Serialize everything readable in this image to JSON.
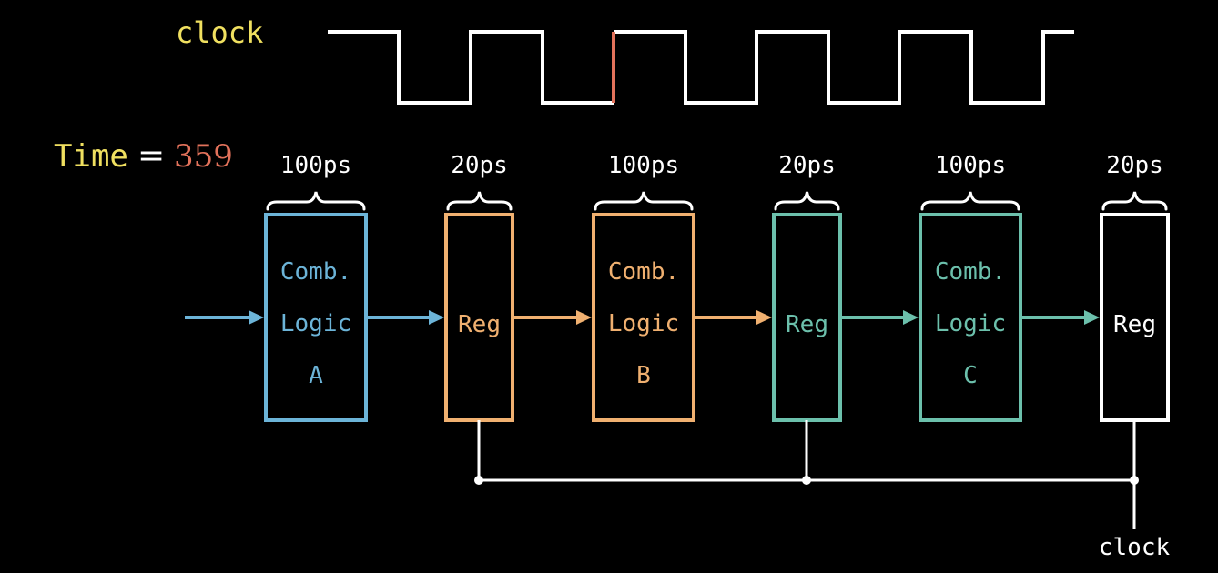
{
  "colors": {
    "background": "#000000",
    "yellow": "#f0e060",
    "coral": "#e2725b",
    "white": "#ffffff",
    "blue": "#6cb4d8",
    "orange": "#f0b070",
    "teal": "#6cc0ac"
  },
  "clock": {
    "label": "clock",
    "bottom_label": "clock"
  },
  "time": {
    "label": "Time",
    "equals": "=",
    "value": "359"
  },
  "stages": [
    {
      "id": "comb-a",
      "kind": "logic",
      "delay": "100ps",
      "lines": [
        "Comb.",
        "Logic",
        "A"
      ],
      "color": "#6cb4d8"
    },
    {
      "id": "reg-1",
      "kind": "reg",
      "delay": "20ps",
      "lines": [
        "Reg"
      ],
      "color": "#f0b070"
    },
    {
      "id": "comb-b",
      "kind": "logic",
      "delay": "100ps",
      "lines": [
        "Comb.",
        "Logic",
        "B"
      ],
      "color": "#f0b070"
    },
    {
      "id": "reg-2",
      "kind": "reg",
      "delay": "20ps",
      "lines": [
        "Reg"
      ],
      "color": "#6cc0ac"
    },
    {
      "id": "comb-c",
      "kind": "logic",
      "delay": "100ps",
      "lines": [
        "Comb.",
        "Logic",
        "C"
      ],
      "color": "#6cc0ac"
    },
    {
      "id": "reg-3",
      "kind": "reg",
      "delay": "20ps",
      "lines": [
        "Reg"
      ],
      "color": "#ffffff"
    }
  ],
  "arrows": [
    {
      "id": "input-arrow",
      "color": "#6cb4d8"
    },
    {
      "id": "a-to-reg1",
      "color": "#6cb4d8"
    },
    {
      "id": "reg1-to-b",
      "color": "#f0b070"
    },
    {
      "id": "b-to-reg2",
      "color": "#f0b070"
    },
    {
      "id": "reg2-to-c",
      "color": "#6cc0ac"
    },
    {
      "id": "c-to-reg3",
      "color": "#6cc0ac"
    }
  ]
}
